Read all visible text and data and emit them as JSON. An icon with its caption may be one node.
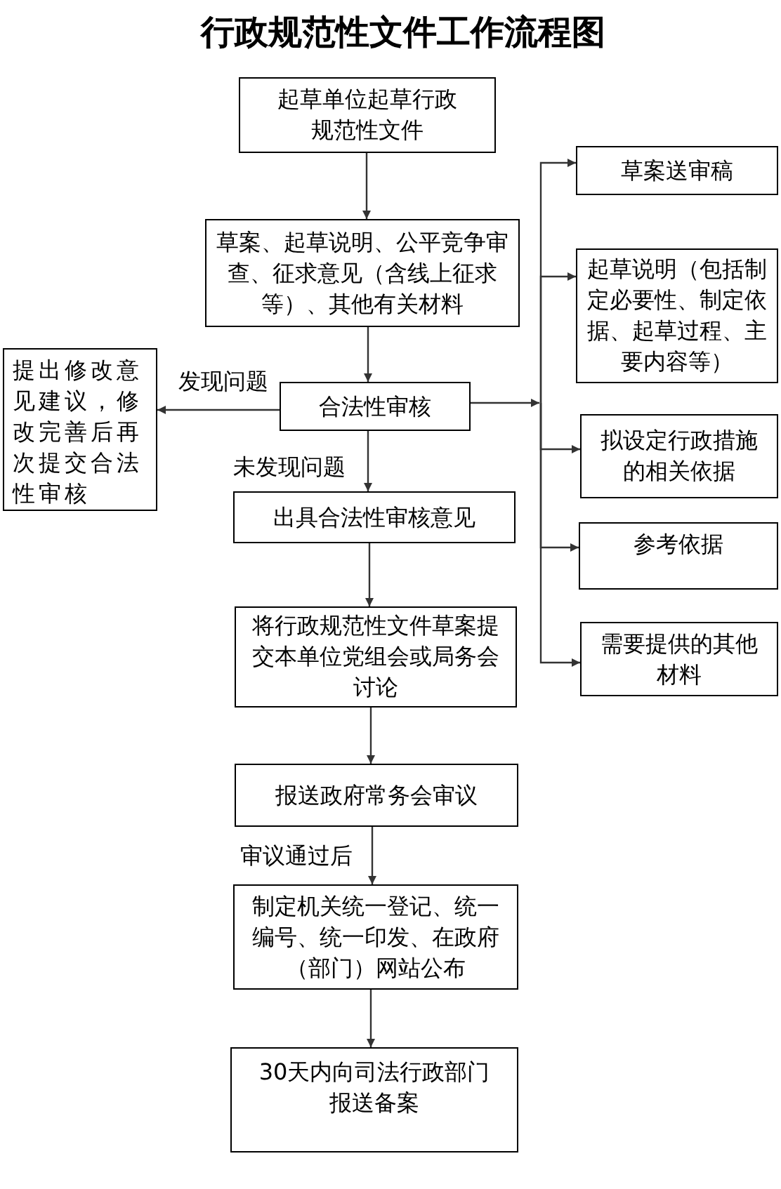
{
  "diagram": {
    "title": "行政规范性文件工作流程图",
    "nodes": [
      {
        "text": [
          "起草单位起草行政规范性文件"
        ]
      },
      {
        "text": [
          "草案、起草说明、公平竞争审查、征求意见（含线上征求等）、其他有关材料"
        ]
      },
      {
        "text": [
          "合法性审核"
        ]
      },
      {
        "text": [
          "提出修改意见建议，修改完善后再次提交合法性审核"
        ]
      },
      {
        "text": [
          "出具合法性审核意见"
        ]
      },
      {
        "text": [
          "将行政规范性文件草案提交本单位党组会或局务会讨论"
        ]
      },
      {
        "text": [
          "报送政府常务会审议"
        ]
      },
      {
        "text": [
          "制定机关统一登记、统一编号、统一印发、在政府（部门）网站公布"
        ]
      },
      {
        "text": [
          "30天内向司法行政部门报送备案"
        ]
      },
      {
        "text": [
          "草案送审稿"
        ]
      },
      {
        "text": [
          "起草说明（包括制定必要性、制定依据、起草过程、主要内容等）"
        ]
      },
      {
        "text": [
          "拟设定行政措施的相关依据"
        ]
      },
      {
        "text": [
          "参考依据"
        ]
      },
      {
        "text": [
          "需要提供的其他材料"
        ]
      }
    ],
    "edges": [
      {
        "from": 0,
        "to": 1,
        "arrow": "to"
      },
      {
        "from": 1,
        "to": 2,
        "arrow": "to"
      },
      {
        "from": 2,
        "to": 3,
        "arrow": "to",
        "label": "发现问题"
      },
      {
        "from": 2,
        "to": 4,
        "arrow": "to",
        "label": "未发现问题"
      },
      {
        "from": 4,
        "to": 5,
        "arrow": "to"
      },
      {
        "from": 5,
        "to": 6,
        "arrow": "to"
      },
      {
        "from": 6,
        "to": 7,
        "arrow": "to",
        "label": "审议通过后"
      },
      {
        "from": 7,
        "to": 8,
        "arrow": "to"
      },
      {
        "from": 2,
        "to": 9,
        "arrow": "to"
      },
      {
        "from": 2,
        "to": 10,
        "arrow": "to"
      },
      {
        "from": 2,
        "to": 11,
        "arrow": "to"
      },
      {
        "from": 2,
        "to": 12,
        "arrow": "to"
      },
      {
        "from": 2,
        "to": 13,
        "arrow": "to"
      }
    ]
  }
}
